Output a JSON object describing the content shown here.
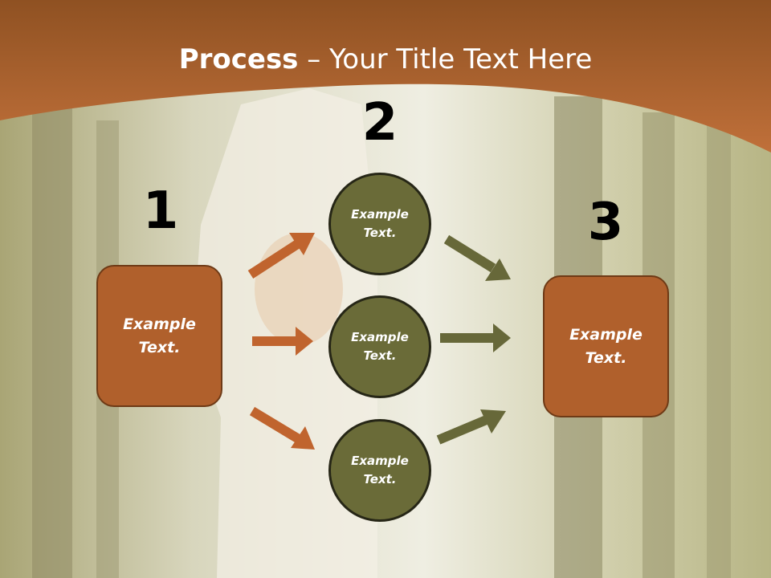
{
  "slide": {
    "title_bold": "Process",
    "title_rest": " – Your Title Text Here",
    "steps": [
      {
        "number": "1",
        "label": "Example Text."
      },
      {
        "number": "2",
        "label": "Example Text."
      },
      {
        "number": "3",
        "label": "Example Text."
      }
    ],
    "circles": [
      {
        "label": "Example Text."
      },
      {
        "label": "Example Text."
      },
      {
        "label": "Example Text."
      }
    ]
  },
  "colors": {
    "header": "#b8693a",
    "box_fill": "#b0602c",
    "circle_fill": "#6a6b38",
    "arrow_orange": "#c0642e",
    "arrow_olive": "#676839"
  }
}
